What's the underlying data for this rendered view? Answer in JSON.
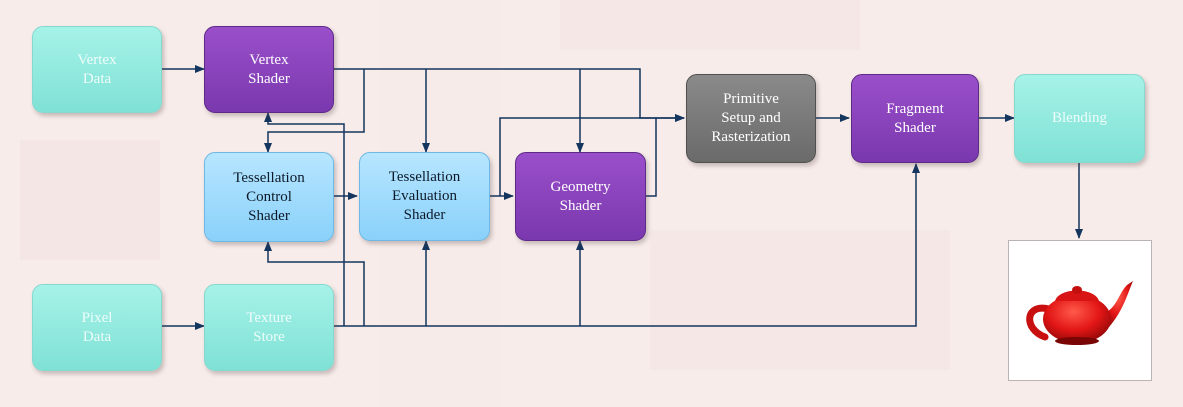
{
  "colors": {
    "teal": "#8fe8dc",
    "light_blue": "#a3dcfd",
    "purple": "#8a44bd",
    "gray": "#7a7a7a",
    "arrow": "#14355e",
    "teapot": "#e01515"
  },
  "nodes": {
    "vertex_data": "Vertex\nData",
    "vertex_shader": "Vertex\nShader",
    "tess_control": "Tessellation\nControl\nShader",
    "tess_eval": "Tessellation\nEvaluation\nShader",
    "geometry_shader": "Geometry\nShader",
    "primitive_setup": "Primitive\nSetup and\nRasterization",
    "fragment_shader": "Fragment\nShader",
    "blending": "Blending",
    "pixel_data": "Pixel\nData",
    "texture_store": "Texture\nStore"
  },
  "output_image": {
    "icon": "teapot-icon"
  }
}
